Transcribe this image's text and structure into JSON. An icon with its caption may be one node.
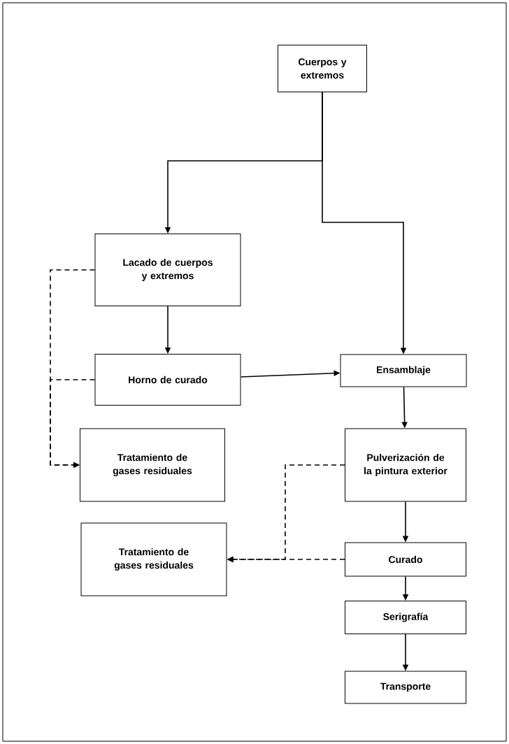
{
  "diagram": {
    "nodes": [
      {
        "text": [
          "Cuerpos y extremos"
        ]
      },
      {
        "text": [
          "Lacado de cuerpos y extremos"
        ]
      },
      {
        "text": [
          "Horno de curado"
        ]
      },
      {
        "text": [
          "Ensamblaje"
        ]
      },
      {
        "text": [
          "Tratamiento de gases residuales"
        ]
      },
      {
        "text": [
          "Pulverización de la pintura exterior"
        ]
      },
      {
        "text": [
          "Tratamiento de gases residuales"
        ]
      },
      {
        "text": [
          "Curado"
        ]
      },
      {
        "text": [
          "Serigrafía"
        ]
      },
      {
        "text": [
          "Transporte"
        ]
      }
    ],
    "edges": [
      {
        "from": 0,
        "to": 1,
        "arrow": "to"
      },
      {
        "from": 0,
        "to": 3,
        "arrow": "to"
      },
      {
        "from": 1,
        "to": 2,
        "arrow": "to"
      },
      {
        "from": 2,
        "to": 3,
        "arrow": "to"
      },
      {
        "from": 1,
        "to": 4,
        "arrow": "to",
        "style": "dashed"
      },
      {
        "from": 2,
        "to": 4,
        "arrow": "to",
        "style": "dashed"
      },
      {
        "from": 3,
        "to": 5,
        "arrow": "to"
      },
      {
        "from": 5,
        "to": 6,
        "arrow": "to",
        "style": "dashed"
      },
      {
        "from": 7,
        "to": 6,
        "arrow": "to",
        "style": "dashed"
      },
      {
        "from": 5,
        "to": 7,
        "arrow": "to"
      },
      {
        "from": 7,
        "to": 8,
        "arrow": "to"
      },
      {
        "from": 8,
        "to": 9,
        "arrow": "to"
      }
    ]
  }
}
